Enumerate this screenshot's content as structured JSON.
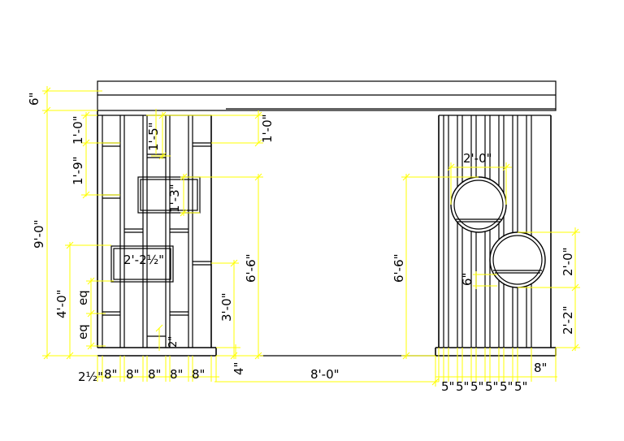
{
  "dimensions": {
    "top_band": "6\"",
    "total_height": "9'-0\"",
    "left_top_gap": "1'-0\"",
    "left_upper": "1'-9\"",
    "slot_offset": "1'-5\"",
    "box_height": "1'-3\"",
    "right_top_gap": "1'-0\"",
    "left_lower_total": "4'-0\"",
    "eq_upper": "eq",
    "eq_lower": "eq",
    "box_width": "2'-2½\"",
    "left_panel_height": "6'-6\"",
    "lower_height": "3'-0\"",
    "small_gap": "2\"",
    "base_gap": "4\"",
    "left_margin": "2½\"",
    "left_spacings": [
      "8\"",
      "8\"",
      "8\"",
      "8\"",
      "8\""
    ],
    "center_opening": "8'-0\"",
    "right_panel_height": "6'-6\"",
    "circle_width": "2'-0\"",
    "circle_offset": "6\"",
    "circle_height": "2'-0\"",
    "circle_base": "2'-2\"",
    "right_end": "8\"",
    "right_spacings": [
      "5\"",
      "5\"",
      "5\"",
      "5\"",
      "5\"",
      "5\""
    ]
  }
}
